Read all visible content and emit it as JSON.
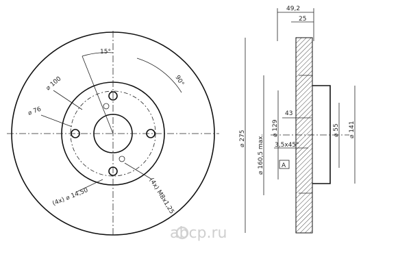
{
  "front_view": {
    "angle_top": "15°",
    "angle_right": "90°",
    "dia_100": "⌀ 100",
    "dia_76": "⌀ 76",
    "holes": "(4x) ⌀ 14,50",
    "thread": "(4x) M8x1,25"
  },
  "side_view": {
    "width_total": "49,2",
    "width_inner": "25",
    "dia_275": "⌀ 275",
    "dia_160": "⌀ 160,5 max.",
    "dia_129": "⌀ 129",
    "dim_43": "43",
    "chamfer": "3,5x45°",
    "dia_55": "⌀ 55",
    "dia_141": "⌀ 141",
    "datum": "A"
  },
  "watermark": {
    "text": "abcp.ru"
  }
}
